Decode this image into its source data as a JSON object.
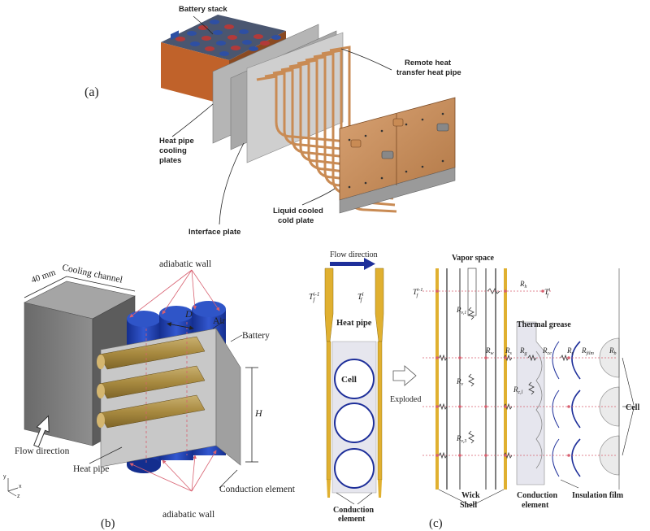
{
  "panel_a": {
    "panel_label": "(a)",
    "labels": {
      "battery_stack": "Battery stack",
      "remote_heat_pipe_1": "Remote heat",
      "remote_heat_pipe_2": "transfer heat pipe",
      "hp_cooling_1": "Heat pipe",
      "hp_cooling_2": "cooling",
      "hp_cooling_3": "plates",
      "interface_plate": "Interface plate",
      "liquid_cooled_1": "Liquid cooled",
      "liquid_cooled_2": "cold plate"
    }
  },
  "panel_b": {
    "panel_label": "(b)",
    "labels": {
      "dim_40mm": "40 mm",
      "cooling_channel": "Cooling channel",
      "adiabatic_wall_top": "adiabatic wall",
      "dim_D": "D",
      "air": "Air",
      "battery": "Battery",
      "dim_H": "H",
      "flow_direction": "Flow direction",
      "heat_pipe": "Heat pipe",
      "conduction_element": "Conduction element",
      "adiabatic_wall_bottom": "adiabatic wall",
      "axis_y": "y",
      "axis_x": "x",
      "axis_z": "z"
    }
  },
  "panel_c": {
    "panel_label": "(c)",
    "labels": {
      "flow_direction": "Flow direction",
      "t_left": "T",
      "t_left_sup": "i-1",
      "t_left_sub": "f",
      "t_right": "T",
      "t_right_sup": "i",
      "t_right_sub": "f",
      "heat_pipe": "Heat pipe",
      "cell": "Cell",
      "exploded": "Exploded",
      "conduction_element_1": "Conduction",
      "conduction_element_2": "element",
      "vapor_space": "Vapor space",
      "t_res_left": "T",
      "t_res_left_sup": "i-1",
      "t_res_left_sub": "f",
      "t_res_right": "T",
      "t_res_right_sup": "i",
      "t_res_right_sub": "f",
      "r_h": "R",
      "r_h_sub": "h",
      "r_v1": "R",
      "r_v1_sub": "v,1",
      "r_w": "R",
      "r_w_sub": "w",
      "r_s": "R",
      "r_s_sub": "s",
      "r_g": "R",
      "r_g_sub": "g",
      "r_ce": "R",
      "r_ce_sub": "ce",
      "r_c": "R",
      "r_c_sub": "c",
      "r_film": "R",
      "r_film_sub": "film",
      "r_b": "R",
      "r_b_sub": "b",
      "r_v2": "R",
      "r_v2_sub": "v",
      "r_v3": "R",
      "r_v3_sub": "v,3",
      "r_cl": "R",
      "r_cl_sub": "c,l",
      "thermal_grease": "Thermal grease",
      "wick": "Wick",
      "shell": "Shell",
      "insulation_film": "Insulation film"
    }
  },
  "colors": {
    "copper": "#c98b54",
    "battery_blue": "#2e4fa3",
    "battery_red": "#b23a3a",
    "heat_pipe_gold": "#e0b030",
    "cylinder_blue": "#1f3fae",
    "gray_block": "#7c7c7c",
    "arrow_blue": "#1e2f9a",
    "adiabatic_red": "#d86070"
  }
}
